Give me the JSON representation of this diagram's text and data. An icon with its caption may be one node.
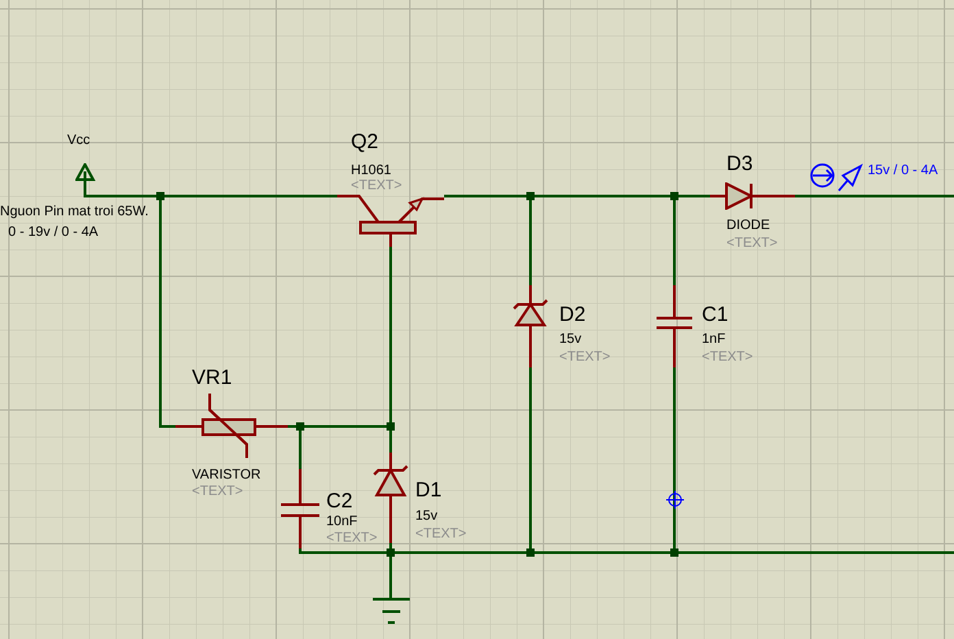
{
  "diagram": {
    "nodes": [
      {
        "text": [
          "Vcc"
        ]
      },
      {
        "text": [
          "Q2",
          "H1061",
          "<TEXT>"
        ]
      },
      {
        "text": [
          "D3",
          "DIODE",
          "<TEXT>"
        ]
      },
      {
        "text": [
          "15v / 0 - 4A"
        ]
      },
      {
        "text": [
          "D2",
          "15v",
          "<TEXT>"
        ]
      },
      {
        "text": [
          "C1",
          "1nF",
          "<TEXT>"
        ]
      },
      {
        "text": [
          "VR1",
          "VARISTOR",
          "<TEXT>"
        ]
      },
      {
        "text": [
          "C2",
          "10nF",
          "<TEXT>"
        ]
      },
      {
        "text": [
          "D1",
          "15v",
          "<TEXT>"
        ]
      },
      {
        "text": [],
        "shape": "ground"
      },
      {
        "text": [],
        "shape": "dot"
      },
      {
        "text": [],
        "shape": "dot"
      },
      {
        "text": [],
        "shape": "dot"
      },
      {
        "text": [],
        "shape": "dot"
      },
      {
        "text": [],
        "shape": "dot"
      },
      {
        "text": [],
        "shape": "dot"
      },
      {
        "text": [],
        "shape": "dot"
      },
      {
        "text": [],
        "shape": "dot"
      }
    ],
    "edges": [
      {
        "from": 0,
        "to": 10,
        "arrow": "none"
      },
      {
        "from": 10,
        "to": 1,
        "arrow": "none"
      },
      {
        "from": 1,
        "to": 11,
        "arrow": "none"
      },
      {
        "from": 11,
        "to": 12,
        "arrow": "none"
      },
      {
        "from": 12,
        "to": 2,
        "arrow": "none"
      },
      {
        "from": 2,
        "to": null,
        "arrow": "none"
      },
      {
        "from": 10,
        "to": 6,
        "arrow": "none"
      },
      {
        "from": 6,
        "to": 13,
        "arrow": "none"
      },
      {
        "from": 13,
        "to": 14,
        "arrow": "none"
      },
      {
        "from": 1,
        "to": 14,
        "arrow": "none"
      },
      {
        "from": 14,
        "to": 8,
        "arrow": "none"
      },
      {
        "from": 8,
        "to": 15,
        "arrow": "none"
      },
      {
        "from": 13,
        "to": 7,
        "arrow": "none"
      },
      {
        "from": 7,
        "to": 15,
        "arrow": "none"
      },
      {
        "from": 15,
        "to": 9,
        "arrow": "none"
      },
      {
        "from": 15,
        "to": 16,
        "arrow": "none"
      },
      {
        "from": 11,
        "to": 4,
        "arrow": "none"
      },
      {
        "from": 4,
        "to": 16,
        "arrow": "none"
      },
      {
        "from": 12,
        "to": 5,
        "arrow": "none"
      },
      {
        "from": 5,
        "to": 17,
        "arrow": "none"
      },
      {
        "from": 16,
        "to": 17,
        "arrow": "none"
      },
      {
        "from": 17,
        "to": null,
        "arrow": "none"
      }
    ],
    "labels": [
      "Nguon Pin mat troi 65W.",
      "0 - 19v / 0 - 4A"
    ]
  }
}
